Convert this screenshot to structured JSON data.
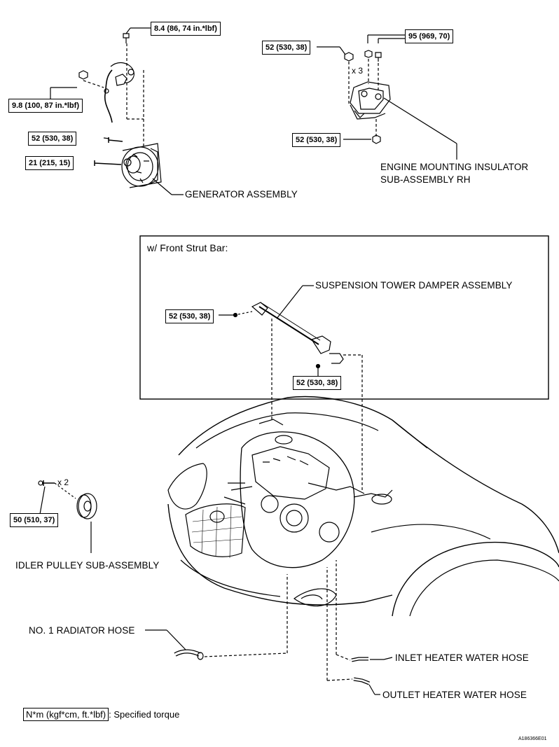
{
  "torque_labels": {
    "generator_top_bolt": "8.4 (86, 74 in.*lbf)",
    "generator_nut": "9.8 (100, 87 in.*lbf)",
    "generator_bolt_1": "52 (530, 38)",
    "generator_bolt_2": "21 (215, 15)",
    "mount_nuts_x3": "52 (530, 38)",
    "mount_bolts": "95 (969, 70)",
    "mount_bottom": "52 (530, 38)",
    "damper_left": "52 (530, 38)",
    "damper_right": "52 (530, 38)",
    "idler_bolt": "50 (510, 37)"
  },
  "quantities": {
    "mount_nuts": "x 3",
    "idler_bolts": "x 2"
  },
  "part_labels": {
    "generator": "GENERATOR ASSEMBLY",
    "mount_line1": "ENGINE MOUNTING INSULATOR",
    "mount_line2": "SUB-ASSEMBLY RH",
    "strut_box_title": "w/ Front Strut Bar:",
    "damper": "SUSPENSION TOWER DAMPER ASSEMBLY",
    "idler": "IDLER PULLEY SUB-ASSEMBLY",
    "radiator_hose": "NO. 1 RADIATOR HOSE",
    "inlet_hose": "INLET HEATER WATER HOSE",
    "outlet_hose": "OUTLET HEATER WATER HOSE"
  },
  "legend": {
    "unit": "N*m (kgf*cm, ft.*lbf)",
    "text": ": Specified torque"
  },
  "figure_id": "A186366E01"
}
